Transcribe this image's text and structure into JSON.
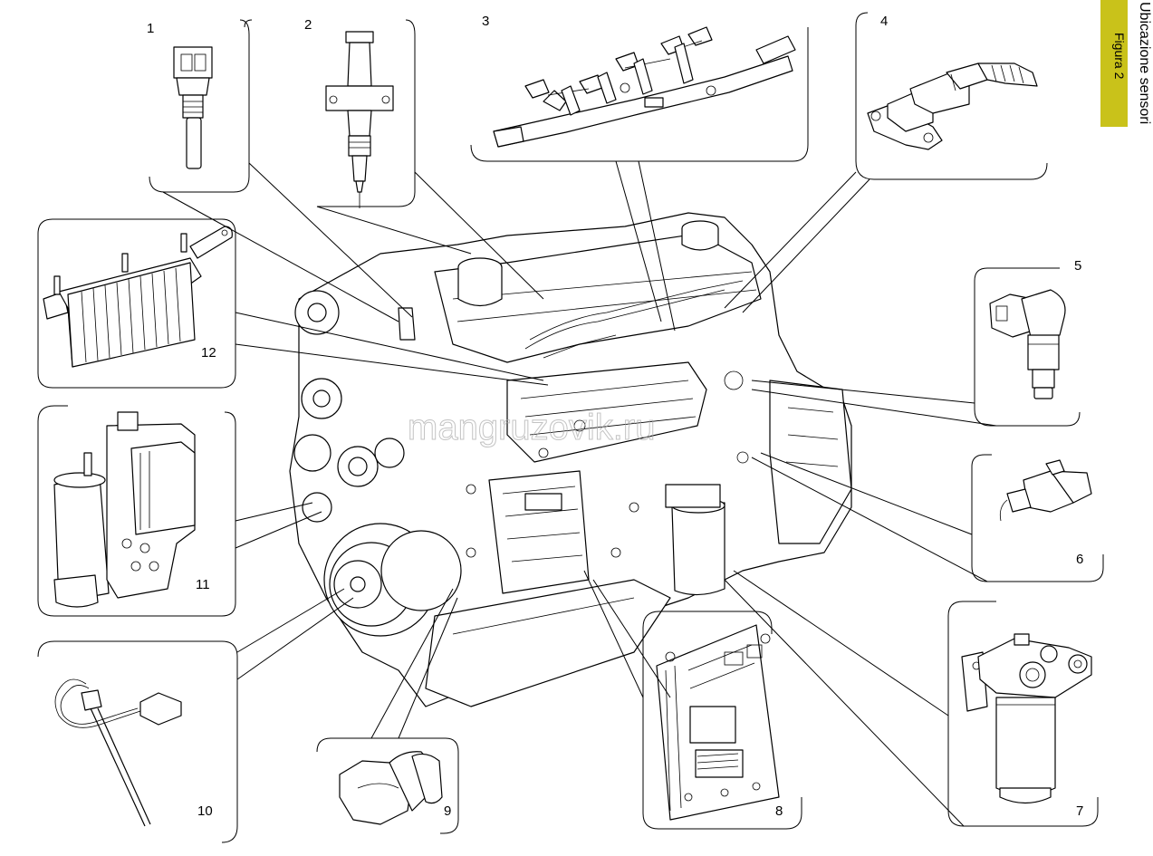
{
  "section_title": "Ubicazione sensori",
  "figure_label": "Figura 2",
  "watermark": "mangruzovik.ru",
  "colors": {
    "tab_background": "#c9c21a",
    "line": "#000000",
    "background": "#ffffff"
  },
  "callouts": [
    {
      "number": "1",
      "icon": "temperature-sensor-icon"
    },
    {
      "number": "2",
      "icon": "injector-icon"
    },
    {
      "number": "3",
      "icon": "fuel-rail-icon"
    },
    {
      "number": "4",
      "icon": "pressure-sensor-icon"
    },
    {
      "number": "5",
      "icon": "speed-sensor-icon"
    },
    {
      "number": "6",
      "icon": "level-sensor-icon"
    },
    {
      "number": "7",
      "icon": "fuel-filter-icon"
    },
    {
      "number": "8",
      "icon": "ecu-icon"
    },
    {
      "number": "9",
      "icon": "crankshaft-sensor-icon"
    },
    {
      "number": "10",
      "icon": "oil-dipstick-sensor-icon"
    },
    {
      "number": "11",
      "icon": "starter-relay-icon"
    },
    {
      "number": "12",
      "icon": "heater-resistor-icon"
    }
  ]
}
